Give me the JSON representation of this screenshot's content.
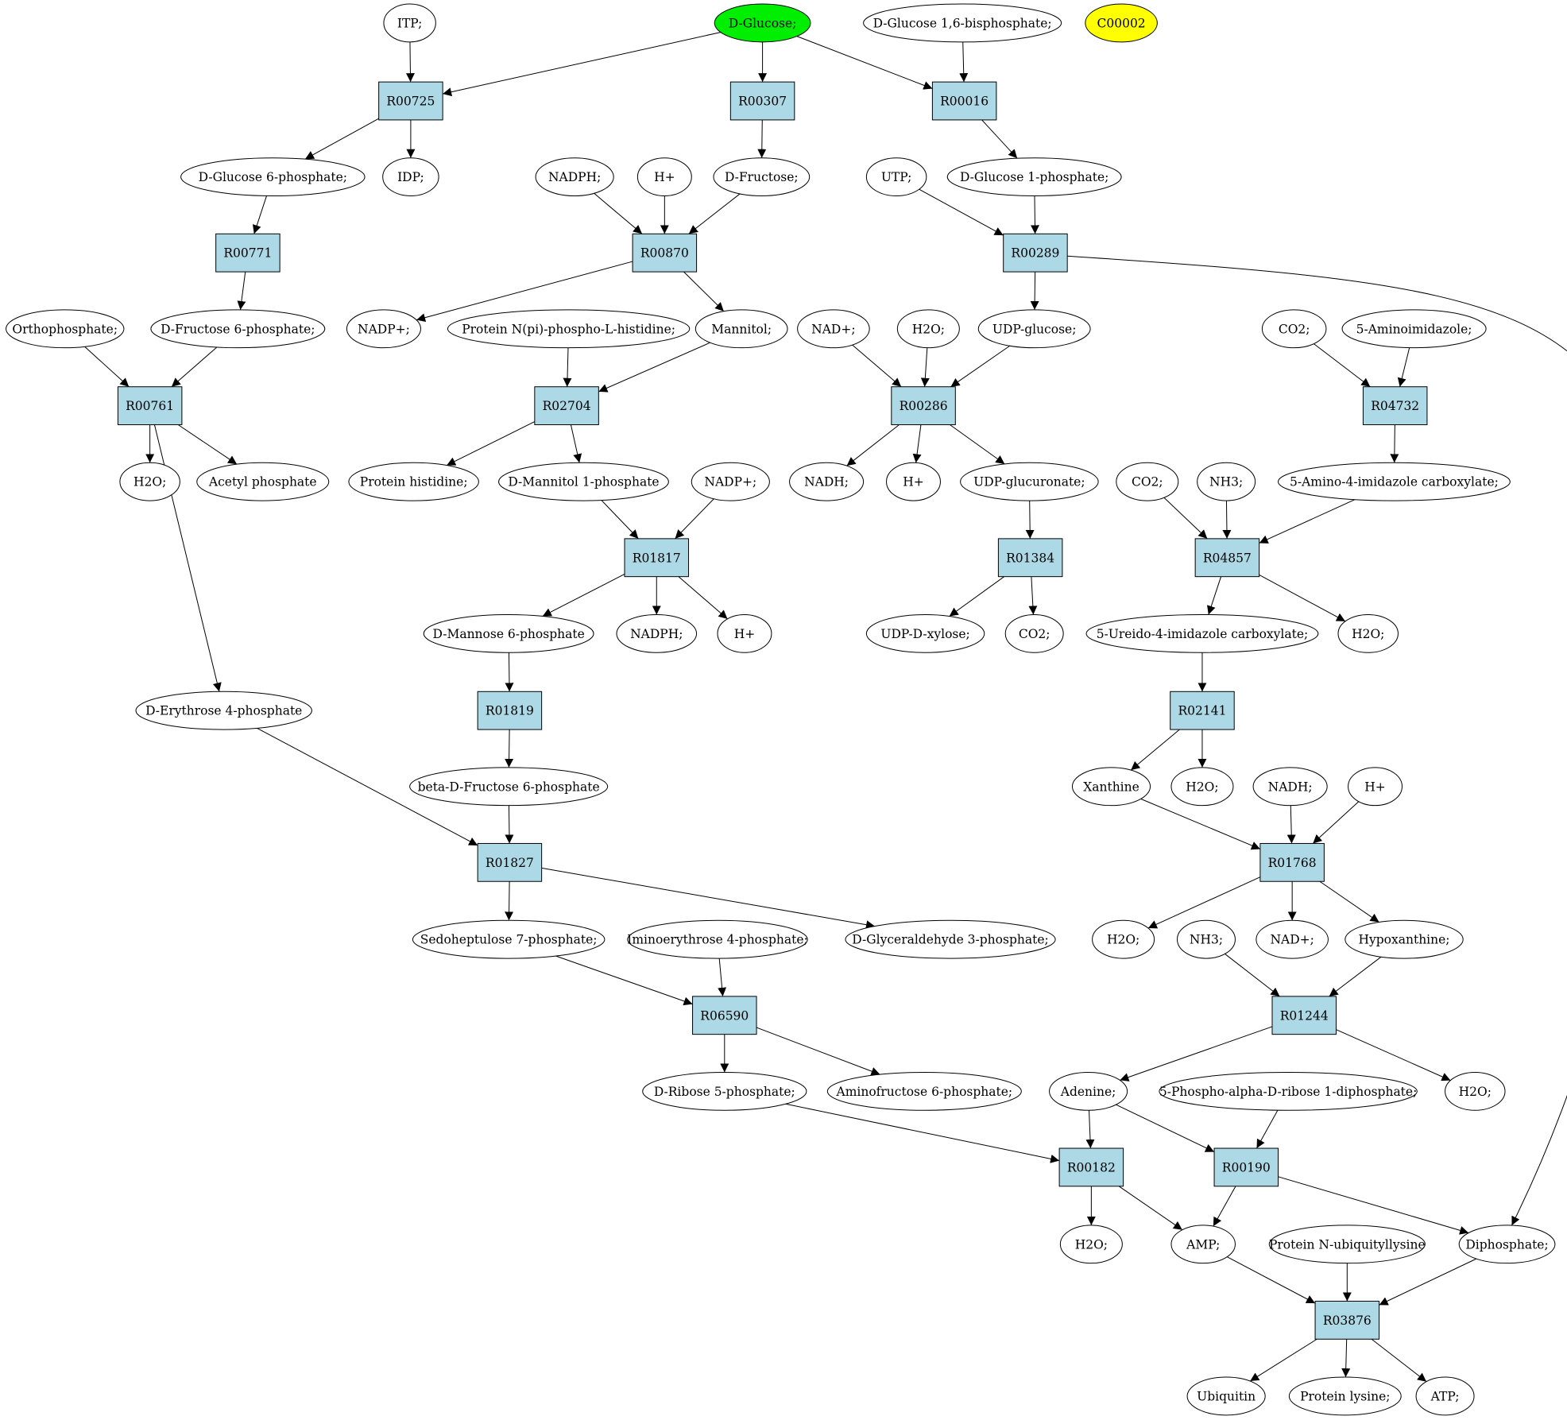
{
  "colors": {
    "reaction_fill": "#add8e6",
    "start_fill": "#00ee00",
    "highlight_fill": "#ffff00",
    "compound_fill": "#ffffff",
    "stroke": "#000000"
  },
  "nodes": [
    {
      "id": "itp",
      "kind": "compound",
      "label": "ITP;"
    },
    {
      "id": "glc",
      "kind": "compound",
      "label": "D-Glucose;",
      "fill": "start"
    },
    {
      "id": "g16bp",
      "kind": "compound",
      "label": "D-Glucose 1,6-bisphosphate;"
    },
    {
      "id": "c00002",
      "kind": "compound",
      "label": "C00002",
      "fill": "highlight"
    },
    {
      "id": "r00725",
      "kind": "reaction",
      "label": "R00725"
    },
    {
      "id": "r00307",
      "kind": "reaction",
      "label": "R00307"
    },
    {
      "id": "r00016",
      "kind": "reaction",
      "label": "R00016"
    },
    {
      "id": "g6p",
      "kind": "compound",
      "label": "D-Glucose 6-phosphate;"
    },
    {
      "id": "idp",
      "kind": "compound",
      "label": "IDP;"
    },
    {
      "id": "nadph1",
      "kind": "compound",
      "label": "NADPH;"
    },
    {
      "id": "hp1",
      "kind": "compound",
      "label": "H+"
    },
    {
      "id": "fru",
      "kind": "compound",
      "label": "D-Fructose;"
    },
    {
      "id": "utp",
      "kind": "compound",
      "label": "UTP;"
    },
    {
      "id": "g1p",
      "kind": "compound",
      "label": "D-Glucose 1-phosphate;"
    },
    {
      "id": "r00771",
      "kind": "reaction",
      "label": "R00771"
    },
    {
      "id": "r00870",
      "kind": "reaction",
      "label": "R00870"
    },
    {
      "id": "r00289",
      "kind": "reaction",
      "label": "R00289"
    },
    {
      "id": "ortho",
      "kind": "compound",
      "label": "Orthophosphate;"
    },
    {
      "id": "f6p",
      "kind": "compound",
      "label": "D-Fructose 6-phosphate;"
    },
    {
      "id": "nadp1",
      "kind": "compound",
      "label": "NADP+;"
    },
    {
      "id": "pnph",
      "kind": "compound",
      "label": "Protein N(pi)-phospho-L-histidine;"
    },
    {
      "id": "mannitol",
      "kind": "compound",
      "label": "Mannitol;"
    },
    {
      "id": "nad1",
      "kind": "compound",
      "label": "NAD+;"
    },
    {
      "id": "h2o1",
      "kind": "compound",
      "label": "H2O;"
    },
    {
      "id": "udpglc",
      "kind": "compound",
      "label": "UDP-glucose;"
    },
    {
      "id": "co2a",
      "kind": "compound",
      "label": "CO2;"
    },
    {
      "id": "aimid",
      "kind": "compound",
      "label": "5-Aminoimidazole;"
    },
    {
      "id": "r00761",
      "kind": "reaction",
      "label": "R00761"
    },
    {
      "id": "r02704",
      "kind": "reaction",
      "label": "R02704"
    },
    {
      "id": "r00286",
      "kind": "reaction",
      "label": "R00286"
    },
    {
      "id": "r04732",
      "kind": "reaction",
      "label": "R04732"
    },
    {
      "id": "h2o2",
      "kind": "compound",
      "label": "H2O;"
    },
    {
      "id": "acp",
      "kind": "compound",
      "label": "Acetyl phosphate"
    },
    {
      "id": "phis",
      "kind": "compound",
      "label": "Protein histidine;"
    },
    {
      "id": "m1p",
      "kind": "compound",
      "label": "D-Mannitol 1-phosphate"
    },
    {
      "id": "nadp2",
      "kind": "compound",
      "label": "NADP+;"
    },
    {
      "id": "nadh1",
      "kind": "compound",
      "label": "NADH;"
    },
    {
      "id": "hp2",
      "kind": "compound",
      "label": "H+"
    },
    {
      "id": "udpgca",
      "kind": "compound",
      "label": "UDP-glucuronate;"
    },
    {
      "id": "co2b",
      "kind": "compound",
      "label": "CO2;"
    },
    {
      "id": "nh3a",
      "kind": "compound",
      "label": "NH3;"
    },
    {
      "id": "aica",
      "kind": "compound",
      "label": "5-Amino-4-imidazole carboxylate;"
    },
    {
      "id": "r01817",
      "kind": "reaction",
      "label": "R01817"
    },
    {
      "id": "r01384",
      "kind": "reaction",
      "label": "R01384"
    },
    {
      "id": "r04857",
      "kind": "reaction",
      "label": "R04857"
    },
    {
      "id": "man6p",
      "kind": "compound",
      "label": "D-Mannose 6-phosphate"
    },
    {
      "id": "nadph2",
      "kind": "compound",
      "label": "NADPH;"
    },
    {
      "id": "hp3",
      "kind": "compound",
      "label": "H+"
    },
    {
      "id": "udpxyl",
      "kind": "compound",
      "label": "UDP-D-xylose;"
    },
    {
      "id": "co2c",
      "kind": "compound",
      "label": "CO2;"
    },
    {
      "id": "uica",
      "kind": "compound",
      "label": "5-Ureido-4-imidazole carboxylate;"
    },
    {
      "id": "h2o3",
      "kind": "compound",
      "label": "H2O;"
    },
    {
      "id": "e4p",
      "kind": "compound",
      "label": "D-Erythrose 4-phosphate"
    },
    {
      "id": "r01819",
      "kind": "reaction",
      "label": "R01819"
    },
    {
      "id": "r02141",
      "kind": "reaction",
      "label": "R02141"
    },
    {
      "id": "bf6p",
      "kind": "compound",
      "label": "beta-D-Fructose 6-phosphate"
    },
    {
      "id": "xan",
      "kind": "compound",
      "label": "Xanthine"
    },
    {
      "id": "h2o4",
      "kind": "compound",
      "label": "H2O;"
    },
    {
      "id": "nadh2",
      "kind": "compound",
      "label": "NADH;"
    },
    {
      "id": "hp4",
      "kind": "compound",
      "label": "H+"
    },
    {
      "id": "r01827",
      "kind": "reaction",
      "label": "R01827"
    },
    {
      "id": "r01768",
      "kind": "reaction",
      "label": "R01768"
    },
    {
      "id": "s7p",
      "kind": "compound",
      "label": "Sedoheptulose 7-phosphate;"
    },
    {
      "id": "ie4p",
      "kind": "compound",
      "label": "Iminoerythrose 4-phosphate;"
    },
    {
      "id": "gap",
      "kind": "compound",
      "label": "D-Glyceraldehyde 3-phosphate;"
    },
    {
      "id": "h2o5",
      "kind": "compound",
      "label": "H2O;"
    },
    {
      "id": "nh3b",
      "kind": "compound",
      "label": "NH3;"
    },
    {
      "id": "nad2",
      "kind": "compound",
      "label": "NAD+;"
    },
    {
      "id": "hyp",
      "kind": "compound",
      "label": "Hypoxanthine;"
    },
    {
      "id": "r06590",
      "kind": "reaction",
      "label": "R06590"
    },
    {
      "id": "r01244",
      "kind": "reaction",
      "label": "R01244"
    },
    {
      "id": "r5p",
      "kind": "compound",
      "label": "D-Ribose 5-phosphate;"
    },
    {
      "id": "af6p",
      "kind": "compound",
      "label": "Aminofructose 6-phosphate;"
    },
    {
      "id": "ade",
      "kind": "compound",
      "label": "Adenine;"
    },
    {
      "id": "prpp",
      "kind": "compound",
      "label": "5-Phospho-alpha-D-ribose 1-diphosphate;"
    },
    {
      "id": "h2o6",
      "kind": "compound",
      "label": "H2O;"
    },
    {
      "id": "r00182",
      "kind": "reaction",
      "label": "R00182"
    },
    {
      "id": "r00190",
      "kind": "reaction",
      "label": "R00190"
    },
    {
      "id": "h2o7",
      "kind": "compound",
      "label": "H2O;"
    },
    {
      "id": "amp",
      "kind": "compound",
      "label": "AMP;"
    },
    {
      "id": "pnubl",
      "kind": "compound",
      "label": "Protein N-ubiquityllysine"
    },
    {
      "id": "dip",
      "kind": "compound",
      "label": "Diphosphate;"
    },
    {
      "id": "r03876",
      "kind": "reaction",
      "label": "R03876"
    },
    {
      "id": "ubq",
      "kind": "compound",
      "label": "Ubiquitin"
    },
    {
      "id": "plys",
      "kind": "compound",
      "label": "Protein lysine;"
    },
    {
      "id": "atp",
      "kind": "compound",
      "label": "ATP;"
    }
  ],
  "edges": [
    [
      "itp",
      "r00725"
    ],
    [
      "glc",
      "r00725"
    ],
    [
      "glc",
      "r00307"
    ],
    [
      "glc",
      "r00016"
    ],
    [
      "g16bp",
      "r00016"
    ],
    [
      "r00725",
      "g6p"
    ],
    [
      "r00725",
      "idp"
    ],
    [
      "r00307",
      "fru"
    ],
    [
      "r00016",
      "g1p"
    ],
    [
      "g6p",
      "r00771"
    ],
    [
      "nadph1",
      "r00870"
    ],
    [
      "hp1",
      "r00870"
    ],
    [
      "fru",
      "r00870"
    ],
    [
      "utp",
      "r00289"
    ],
    [
      "g1p",
      "r00289"
    ],
    [
      "r00771",
      "f6p"
    ],
    [
      "r00870",
      "nadp1"
    ],
    [
      "r00870",
      "mannitol"
    ],
    [
      "r00289",
      "udpglc"
    ],
    [
      "r00289",
      "dip"
    ],
    [
      "ortho",
      "r00761"
    ],
    [
      "f6p",
      "r00761"
    ],
    [
      "pnph",
      "r02704"
    ],
    [
      "mannitol",
      "r02704"
    ],
    [
      "nad1",
      "r00286"
    ],
    [
      "h2o1",
      "r00286"
    ],
    [
      "udpglc",
      "r00286"
    ],
    [
      "co2a",
      "r04732"
    ],
    [
      "aimid",
      "r04732"
    ],
    [
      "r00761",
      "h2o2"
    ],
    [
      "r00761",
      "acp"
    ],
    [
      "r00761",
      "e4p"
    ],
    [
      "r02704",
      "phis"
    ],
    [
      "r02704",
      "m1p"
    ],
    [
      "r00286",
      "nadh1"
    ],
    [
      "r00286",
      "hp2"
    ],
    [
      "r00286",
      "udpgca"
    ],
    [
      "r04732",
      "aica"
    ],
    [
      "m1p",
      "r01817"
    ],
    [
      "nadp2",
      "r01817"
    ],
    [
      "udpgca",
      "r01384"
    ],
    [
      "co2b",
      "r04857"
    ],
    [
      "nh3a",
      "r04857"
    ],
    [
      "aica",
      "r04857"
    ],
    [
      "r01817",
      "man6p"
    ],
    [
      "r01817",
      "nadph2"
    ],
    [
      "r01817",
      "hp3"
    ],
    [
      "r01384",
      "udpxyl"
    ],
    [
      "r01384",
      "co2c"
    ],
    [
      "r04857",
      "uica"
    ],
    [
      "r04857",
      "h2o3"
    ],
    [
      "man6p",
      "r01819"
    ],
    [
      "uica",
      "r02141"
    ],
    [
      "r01819",
      "bf6p"
    ],
    [
      "r02141",
      "xan"
    ],
    [
      "r02141",
      "h2o4"
    ],
    [
      "e4p",
      "r01827"
    ],
    [
      "bf6p",
      "r01827"
    ],
    [
      "xan",
      "r01768"
    ],
    [
      "nadh2",
      "r01768"
    ],
    [
      "hp4",
      "r01768"
    ],
    [
      "r01827",
      "s7p"
    ],
    [
      "r01827",
      "gap"
    ],
    [
      "r01768",
      "h2o5"
    ],
    [
      "r01768",
      "nad2"
    ],
    [
      "r01768",
      "hyp"
    ],
    [
      "s7p",
      "r06590"
    ],
    [
      "ie4p",
      "r06590"
    ],
    [
      "nh3b",
      "r01244"
    ],
    [
      "hyp",
      "r01244"
    ],
    [
      "r06590",
      "r5p"
    ],
    [
      "r06590",
      "af6p"
    ],
    [
      "r01244",
      "ade"
    ],
    [
      "r01244",
      "h2o6"
    ],
    [
      "r5p",
      "r00182"
    ],
    [
      "ade",
      "r00182"
    ],
    [
      "ade",
      "r00190"
    ],
    [
      "prpp",
      "r00190"
    ],
    [
      "r00182",
      "h2o7"
    ],
    [
      "r00182",
      "amp"
    ],
    [
      "r00190",
      "amp"
    ],
    [
      "r00190",
      "dip"
    ],
    [
      "amp",
      "r03876"
    ],
    [
      "pnubl",
      "r03876"
    ],
    [
      "dip",
      "r03876"
    ],
    [
      "r03876",
      "ubq"
    ],
    [
      "r03876",
      "plys"
    ],
    [
      "r03876",
      "atp"
    ]
  ]
}
